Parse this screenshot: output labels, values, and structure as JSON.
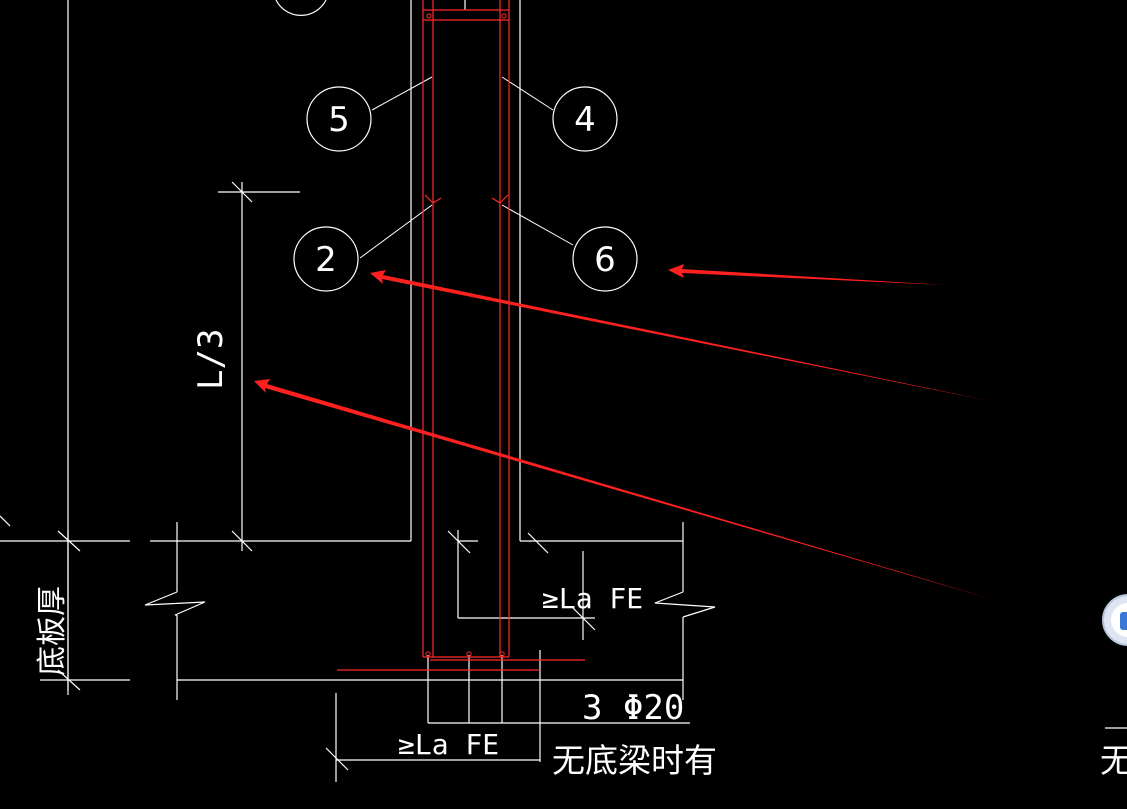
{
  "drawing": {
    "callouts": [
      {
        "id": "5",
        "label": "5"
      },
      {
        "id": "4",
        "label": "4"
      },
      {
        "id": "2",
        "label": "2"
      },
      {
        "id": "6",
        "label": "6"
      }
    ],
    "dimension_l3": "L/3",
    "slab_label": "底板厚",
    "anchorage_label_1": "≥La FE",
    "anchorage_label_2": "≥La FE",
    "rebar_label": "3 Φ20",
    "note_label": "无底梁时有",
    "cut_off_label": "无"
  },
  "colors": {
    "background": "#000000",
    "lines": "#ffffff",
    "rebar": "#ff2a2a",
    "annotation_arrow": "#ff2020"
  }
}
